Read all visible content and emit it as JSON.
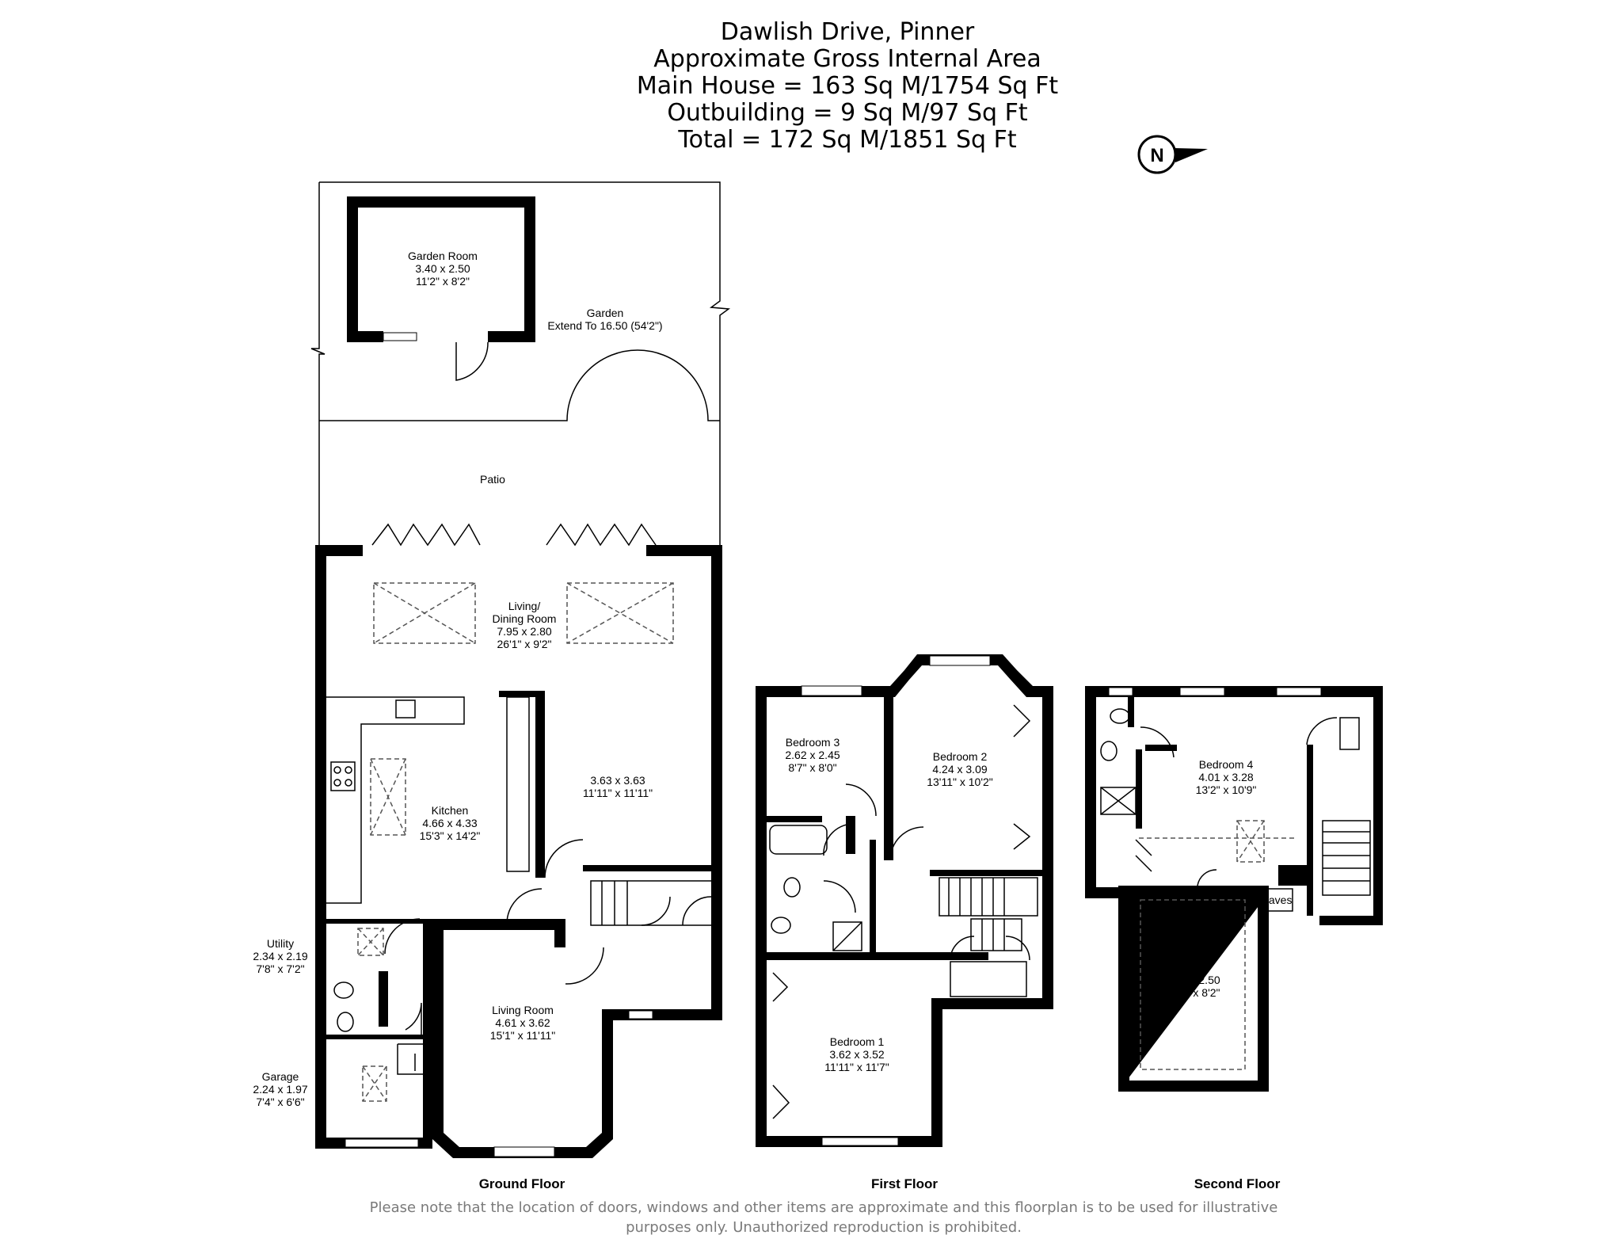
{
  "header": {
    "line1": "Dawlish Drive, Pinner",
    "line2": "Approximate Gross Internal Area",
    "line3": "Main House = 163 Sq M/1754 Sq Ft",
    "line4": "Outbuilding = 9 Sq M/97 Sq Ft",
    "line5": "Total = 172 Sq M/1851 Sq Ft"
  },
  "compass": {
    "letter": "N"
  },
  "rooms": {
    "garden_room": {
      "name": "Garden Room",
      "metric": "3.40 x 2.50",
      "imperial": "11'2\" x 8'2\""
    },
    "garden": {
      "name": "Garden",
      "extent": "Extend To 16.50 (54'2\")"
    },
    "patio": {
      "name": "Patio"
    },
    "living_dining": {
      "name1": "Living/",
      "name2": "Dining Room",
      "metric": "7.95 x 2.80",
      "imperial": "26'1\" x 9'2\""
    },
    "family_area": {
      "metric": "3.63 x 3.63",
      "imperial": "11'11\" x 11'11\""
    },
    "kitchen": {
      "name": "Kitchen",
      "metric": "4.66 x 4.33",
      "imperial": "15'3\" x 14'2\""
    },
    "utility": {
      "name": "Utility",
      "metric": "2.34 x 2.19",
      "imperial": "7'8\" x 7'2\""
    },
    "garage": {
      "name": "Garage",
      "metric": "2.24 x 1.97",
      "imperial": "7'4\" x 6'6\""
    },
    "living_room": {
      "name": "Living Room",
      "metric": "4.61 x 3.62",
      "imperial": "15'1\" x 11'11\""
    },
    "bedroom3": {
      "name": "Bedroom 3",
      "metric": "2.62 x 2.45",
      "imperial": "8'7\" x 8'0\""
    },
    "bedroom2": {
      "name": "Bedroom 2",
      "metric": "4.24 x 3.09",
      "imperial": "13'11\" x 10'2\""
    },
    "bedroom1": {
      "name": "Bedroom 1",
      "metric": "3.62 x 3.52",
      "imperial": "11'11\" x 11'7\""
    },
    "bedroom4": {
      "name": "Bedroom 4",
      "metric": "4.01 x 3.28",
      "imperial": "13'2\" x 10'9\""
    },
    "eaves_small": {
      "name": "Eaves"
    },
    "eaves_large": {
      "name": "Eaves",
      "metric": "4.00 x 2.50",
      "imperial": "13'1\" x 8'2\""
    }
  },
  "floors": {
    "ground": "Ground Floor",
    "first": "First Floor",
    "second": "Second Floor"
  },
  "disclaimer": {
    "line1": "Please note that the location of doors, windows and other items are approximate and this floorplan is to be used for illustrative",
    "line2": "purposes only. Unauthorized reproduction is prohibited."
  }
}
